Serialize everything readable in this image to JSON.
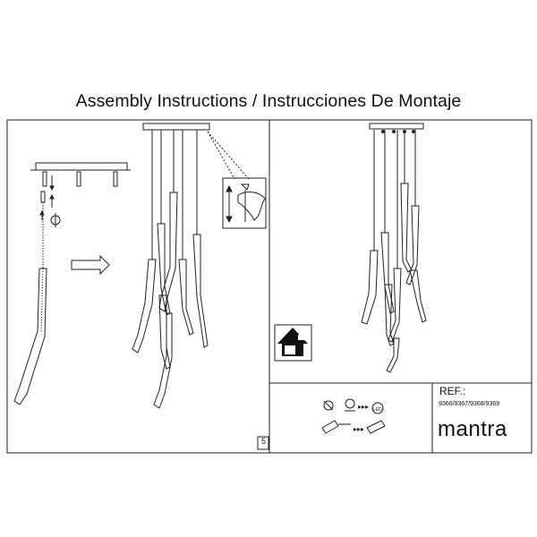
{
  "document": {
    "title": "Assembly Instructions / Instrucciones De Montaje",
    "page_number": "5",
    "ref_label": "REF.:",
    "ref_codes": "9366/9367/9368/9369",
    "brand": "mantra"
  },
  "icons": {
    "arrow": "right-arrow-icon",
    "height_adjust": "height-adjust-icon",
    "indoor": "house-icon",
    "led": "led-icon"
  }
}
